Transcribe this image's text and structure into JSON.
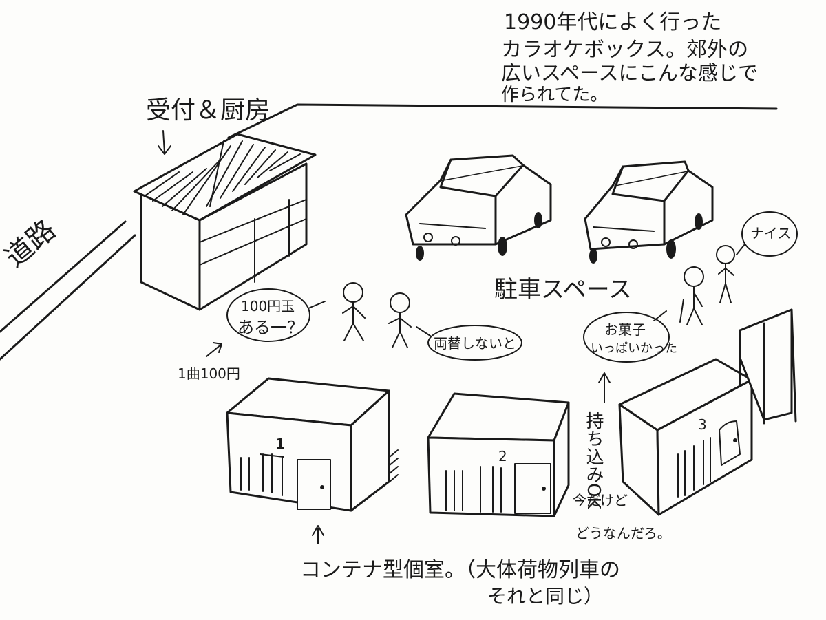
{
  "caption_lines": [
    "1990年代によく行った",
    "カラオケボックス。郊外の",
    "広いスペースにこんな感じで",
    "作られてた。"
  ],
  "road_label": "道路",
  "reception_label": "受付＆厨房",
  "parking_label": "駐車スペース",
  "speech_100yen_lines": [
    "100円玉",
    "ある一？"
  ],
  "speech_change": "両替しないと",
  "speech_nice": "ナイス",
  "speech_snacks_lines": [
    "お菓子",
    "いっぱいかった"
  ],
  "price_label": "1曲100円",
  "bring_in_label": "持ち込みOK",
  "bring_in_note_lines": [
    "今だけど",
    "どうなんだろ。"
  ],
  "container_lines": [
    "コンテナ型個室。（大体荷物列車の",
    "それと同じ）"
  ],
  "room_numbers": [
    "1",
    "2",
    "3"
  ]
}
